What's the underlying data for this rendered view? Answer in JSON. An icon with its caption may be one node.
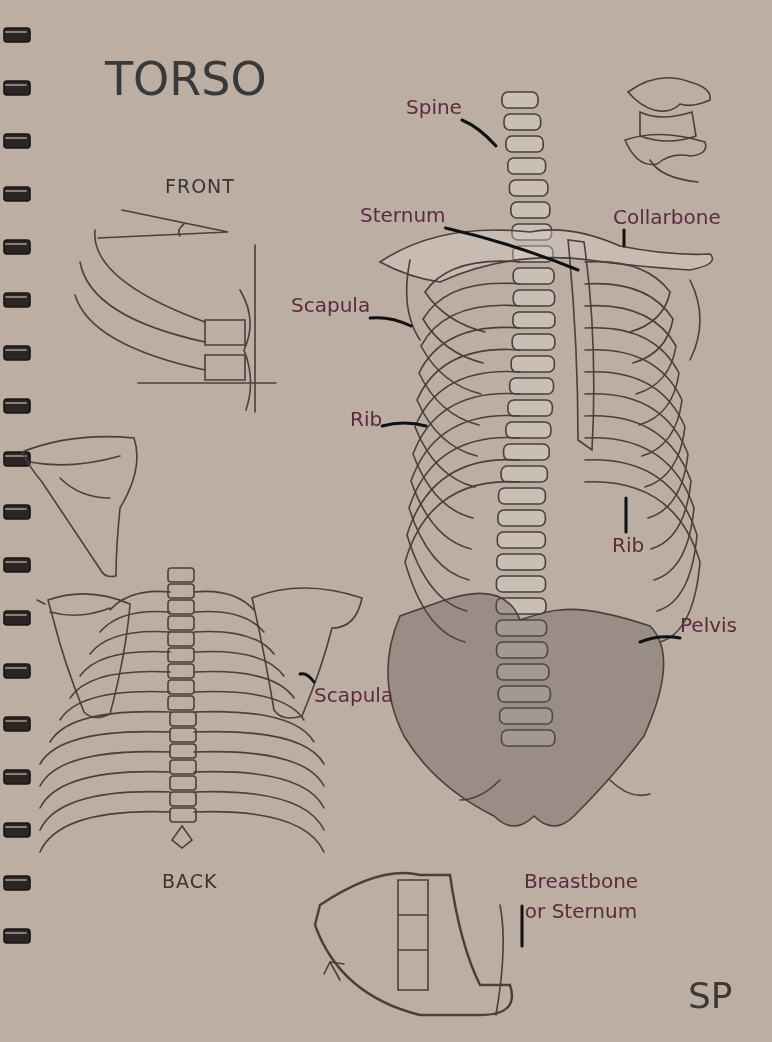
{
  "diagram": {
    "title": "TORSO",
    "nodes": [
      {
        "text": [
          "Spine"
        ]
      },
      {
        "text": [
          "Sternum"
        ]
      },
      {
        "text": [
          "Collarbone"
        ]
      },
      {
        "text": [
          "Scapula"
        ]
      },
      {
        "text": [
          "Rib"
        ]
      },
      {
        "text": [
          "Rib"
        ]
      },
      {
        "text": [
          "Pelvis"
        ]
      },
      {
        "text": [
          "Scapula"
        ]
      },
      {
        "text": [
          "Breastbone or Sternum"
        ]
      }
    ],
    "edges": [
      {
        "from": 0,
        "to": null,
        "arrow": "none"
      },
      {
        "from": 1,
        "to": null,
        "arrow": "none"
      },
      {
        "from": 2,
        "to": null,
        "arrow": "none"
      },
      {
        "from": 3,
        "to": null,
        "arrow": "none"
      },
      {
        "from": 4,
        "to": null,
        "arrow": "none"
      },
      {
        "from": 5,
        "to": null,
        "arrow": "none"
      },
      {
        "from": 6,
        "to": null,
        "arrow": "none"
      },
      {
        "from": 7,
        "to": null,
        "arrow": "none"
      },
      {
        "from": 8,
        "to": null,
        "arrow": "none"
      }
    ],
    "labels": [
      "FRONT",
      "BACK",
      "SP"
    ]
  }
}
